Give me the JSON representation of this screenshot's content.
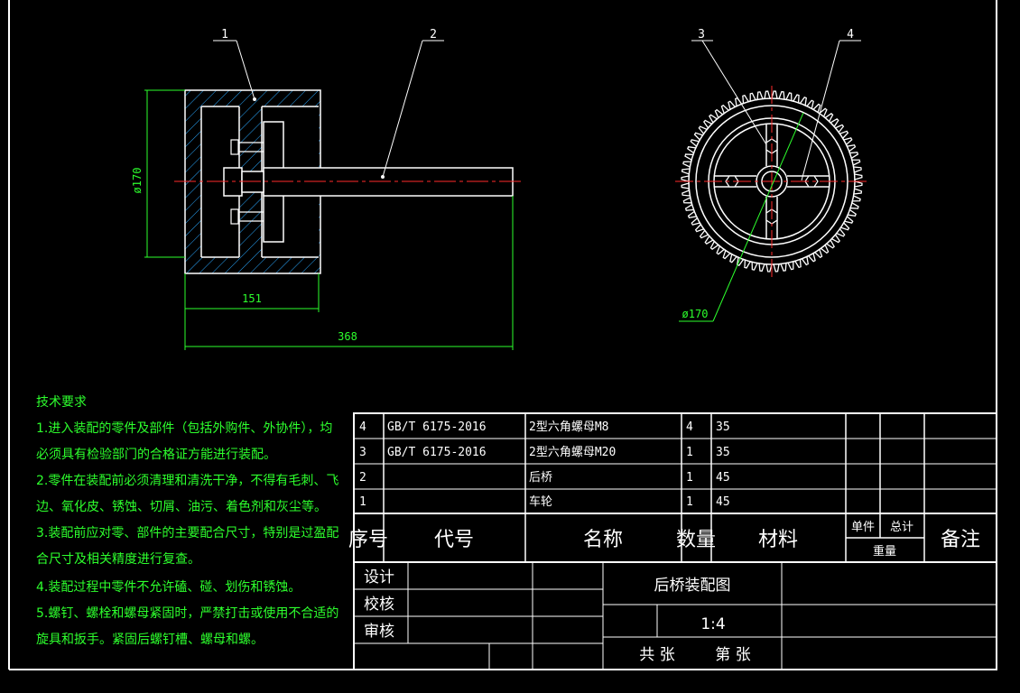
{
  "balloons": [
    "1",
    "2",
    "3",
    "4"
  ],
  "dimensions": {
    "diameter_side": "ø170",
    "width": "151",
    "length": "368",
    "diameter_front": "ø170"
  },
  "tech_requirements": {
    "title": "技术要求",
    "lines": [
      "1.进入装配的零件及部件（包括外购件、外协件），均",
      "必须具有检验部门的合格证方能进行装配。",
      "2.零件在装配前必须清理和清洗干净，不得有毛刺、飞",
      "边、氧化皮、锈蚀、切屑、油污、着色剂和灰尘等。",
      "3.装配前应对零、部件的主要配合尺寸，特别是过盈配",
      "合尺寸及相关精度进行复查。",
      "4.装配过程中零件不允许磕、碰、划伤和锈蚀。",
      "5.螺钉、螺栓和螺母紧固时，严禁打击或使用不合适的",
      "旋具和扳手。紧固后螺钉槽、螺母和螺。"
    ]
  },
  "bom": {
    "rows": [
      {
        "no": "4",
        "code": "GB/T 6175-2016",
        "name": "2型六角螺母M8",
        "qty": "4",
        "material": "35"
      },
      {
        "no": "3",
        "code": "GB/T 6175-2016",
        "name": "2型六角螺母M20",
        "qty": "1",
        "material": "35"
      },
      {
        "no": "2",
        "code": "",
        "name": "后桥",
        "qty": "1",
        "material": "45"
      },
      {
        "no": "1",
        "code": "",
        "name": "车轮",
        "qty": "1",
        "material": "45"
      }
    ],
    "headers": {
      "no": "序号",
      "code": "代号",
      "name": "名称",
      "qty": "数量",
      "material": "材料",
      "unit_weight": "单件",
      "total_weight": "总计",
      "weight": "重量",
      "remarks": "备注"
    }
  },
  "title_block": {
    "design": "设计",
    "check": "校核",
    "review": "审核",
    "drawing_title": "后桥装配图",
    "scale": "1:4",
    "sheets_total": "共 张",
    "sheet_no": "第 张"
  },
  "colors": {
    "background": "#000000",
    "lines": "#ffffff",
    "dimensions": "#2dff2d",
    "centerline": "#ff2a2a",
    "hatch": "#2aa8ff"
  }
}
